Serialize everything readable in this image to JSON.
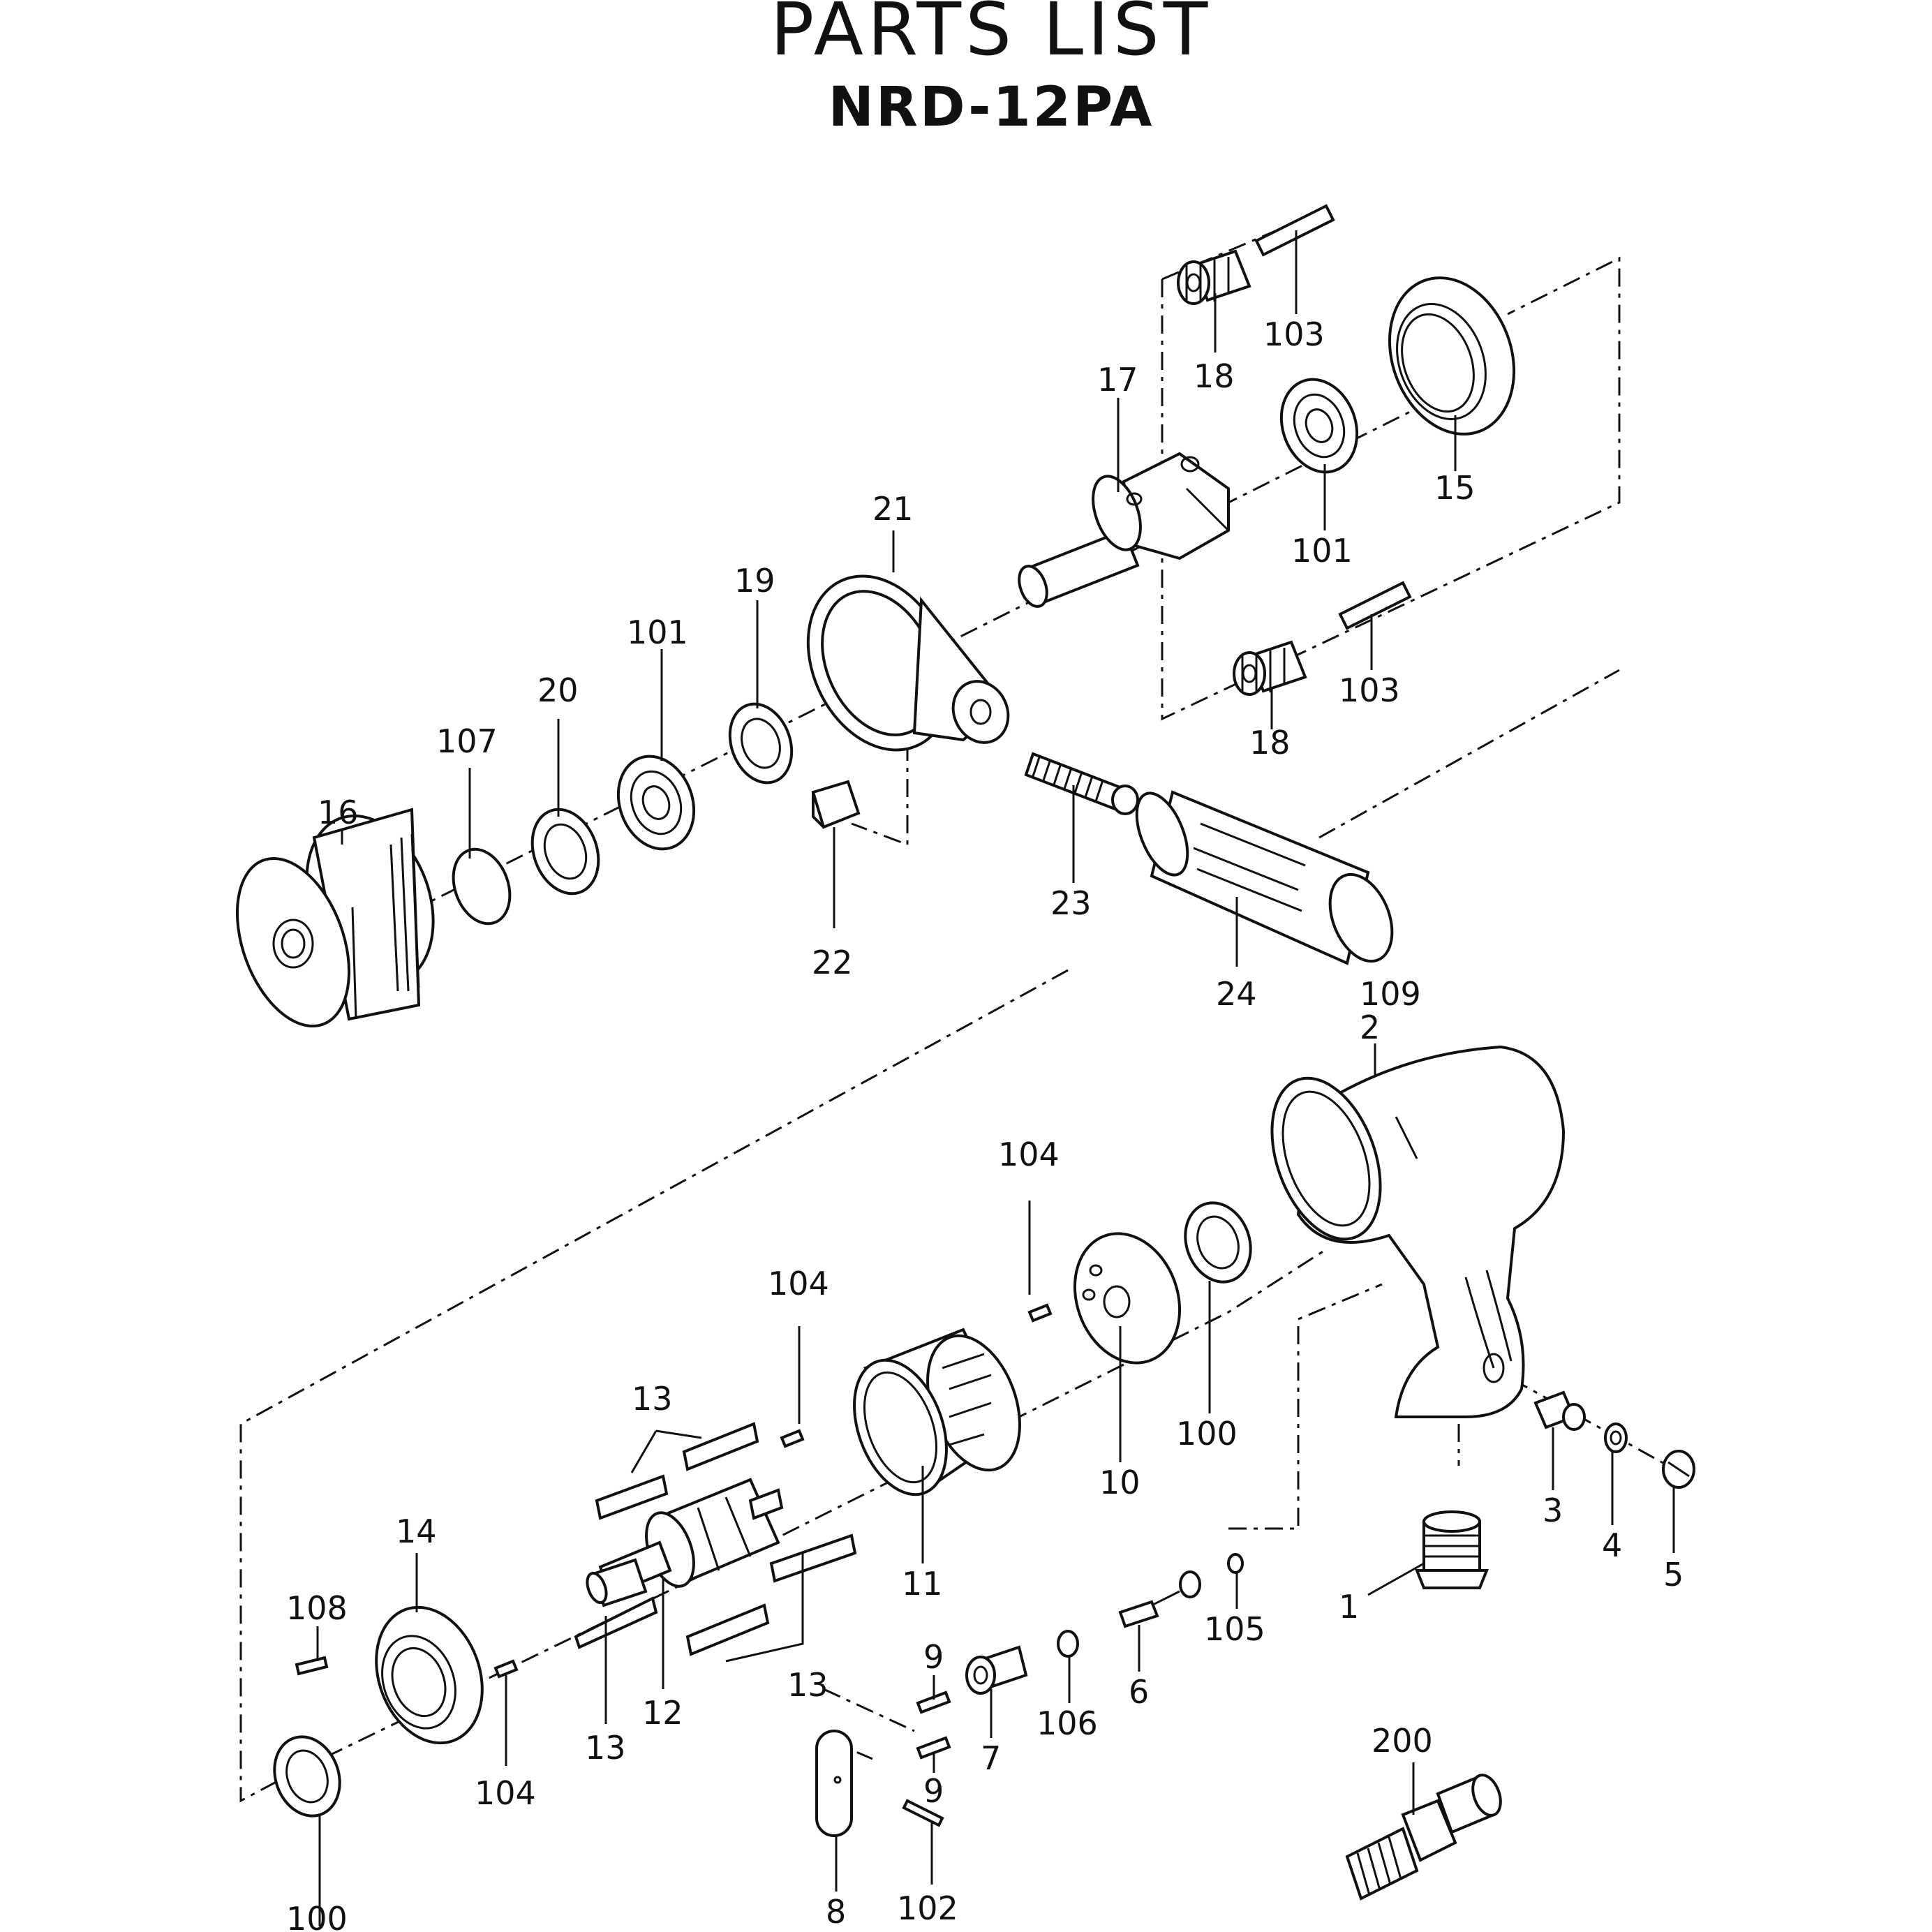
{
  "title": "PARTS  LIST",
  "model": "NRD-12PA",
  "labels": {
    "p1": "1",
    "p2": "2",
    "p3": "3",
    "p4": "4",
    "p5": "5",
    "p6": "6",
    "p7": "7",
    "p8": "8",
    "p9a": "9",
    "p9b": "9",
    "p10": "10",
    "p11": "11",
    "p12": "12",
    "p13a": "13",
    "p13b": "13",
    "p13c": "13",
    "p14": "14",
    "p15": "15",
    "p16": "16",
    "p17": "17",
    "p18a": "18",
    "p18b": "18",
    "p19": "19",
    "p20": "20",
    "p21": "21",
    "p22": "22",
    "p23": "23",
    "p24": "24",
    "p100a": "100",
    "p100b": "100",
    "p101a": "101",
    "p101b": "101",
    "p102": "102",
    "p103a": "103",
    "p103b": "103",
    "p104a": "104",
    "p104b": "104",
    "p104c": "104",
    "p105": "105",
    "p106": "106",
    "p107": "107",
    "p108": "108",
    "p109": "109",
    "p200": "200"
  }
}
